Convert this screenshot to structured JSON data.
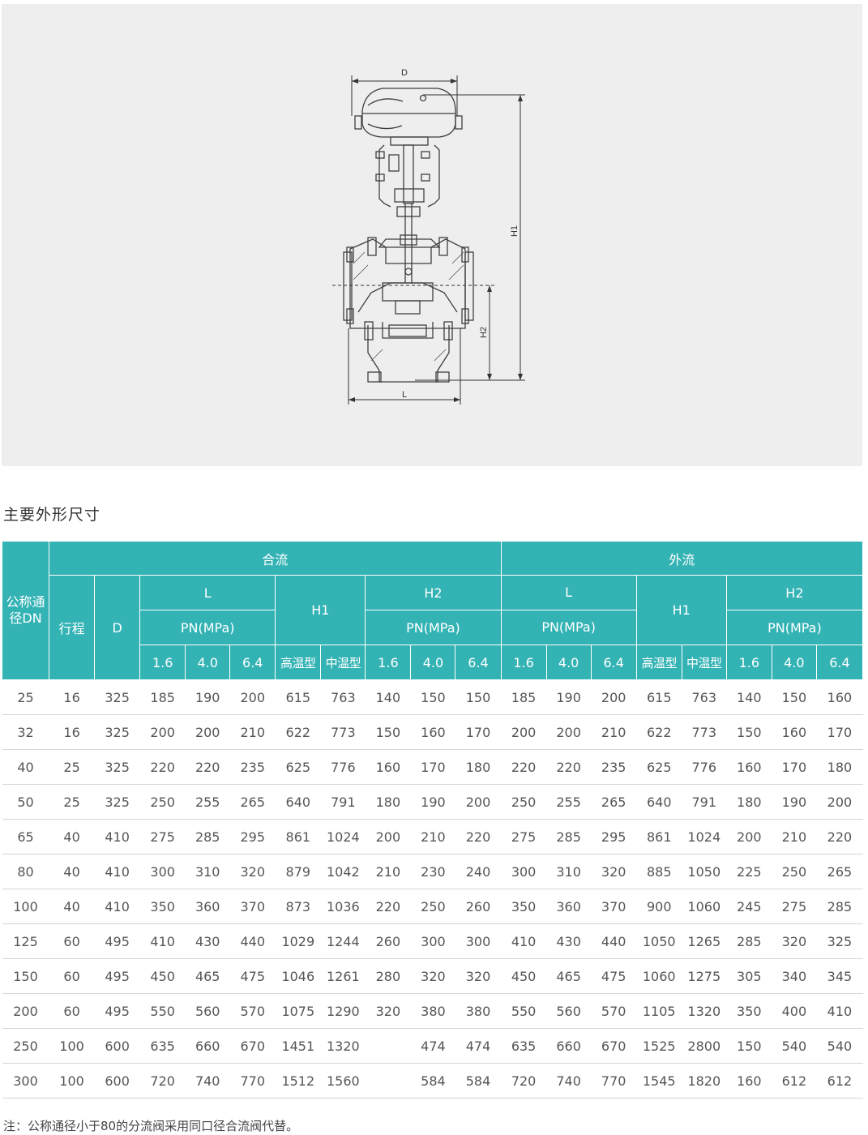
{
  "figure": {
    "dim_labels": {
      "d": "D",
      "h1": "H1",
      "h2": "H2",
      "l": "L"
    }
  },
  "section_title": "主要外形尺寸",
  "table": {
    "dn_header": "公称通径DN",
    "stroke_header": "行程",
    "d_header": "D",
    "group_hl": "合流",
    "group_wl": "外流",
    "l_header": "L",
    "h1_header": "H1",
    "h2_header": "H2",
    "pn_header": "PN(MPa)",
    "pn_values": [
      "1.6",
      "4.0",
      "6.4"
    ],
    "h1_high": "高温型",
    "h1_mid": "中温型",
    "rows": [
      [
        "25",
        "16",
        "325",
        "185",
        "190",
        "200",
        "615",
        "763",
        "140",
        "150",
        "150",
        "185",
        "190",
        "200",
        "615",
        "763",
        "140",
        "150",
        "160"
      ],
      [
        "32",
        "16",
        "325",
        "200",
        "200",
        "210",
        "622",
        "773",
        "150",
        "160",
        "170",
        "200",
        "200",
        "210",
        "622",
        "773",
        "150",
        "160",
        "170"
      ],
      [
        "40",
        "25",
        "325",
        "220",
        "220",
        "235",
        "625",
        "776",
        "160",
        "170",
        "180",
        "220",
        "220",
        "235",
        "625",
        "776",
        "160",
        "170",
        "180"
      ],
      [
        "50",
        "25",
        "325",
        "250",
        "255",
        "265",
        "640",
        "791",
        "180",
        "190",
        "200",
        "250",
        "255",
        "265",
        "640",
        "791",
        "180",
        "190",
        "200"
      ],
      [
        "65",
        "40",
        "410",
        "275",
        "285",
        "295",
        "861",
        "1024",
        "200",
        "210",
        "220",
        "275",
        "285",
        "295",
        "861",
        "1024",
        "200",
        "210",
        "220"
      ],
      [
        "80",
        "40",
        "410",
        "300",
        "310",
        "320",
        "879",
        "1042",
        "210",
        "230",
        "240",
        "300",
        "310",
        "320",
        "885",
        "1050",
        "225",
        "250",
        "265"
      ],
      [
        "100",
        "40",
        "410",
        "350",
        "360",
        "370",
        "873",
        "1036",
        "220",
        "250",
        "260",
        "350",
        "360",
        "370",
        "900",
        "1060",
        "245",
        "275",
        "285"
      ],
      [
        "125",
        "60",
        "495",
        "410",
        "430",
        "440",
        "1029",
        "1244",
        "260",
        "300",
        "300",
        "410",
        "430",
        "440",
        "1050",
        "1265",
        "285",
        "320",
        "325"
      ],
      [
        "150",
        "60",
        "495",
        "450",
        "465",
        "475",
        "1046",
        "1261",
        "280",
        "320",
        "320",
        "450",
        "465",
        "475",
        "1060",
        "1275",
        "305",
        "340",
        "345"
      ],
      [
        "200",
        "60",
        "495",
        "550",
        "560",
        "570",
        "1075",
        "1290",
        "320",
        "380",
        "380",
        "550",
        "560",
        "570",
        "1105",
        "1320",
        "350",
        "400",
        "410"
      ],
      [
        "250",
        "100",
        "600",
        "635",
        "660",
        "670",
        "1451",
        "1320",
        "",
        "474",
        "474",
        "635",
        "660",
        "670",
        "1525",
        "2800",
        "150",
        "540",
        "540"
      ],
      [
        "300",
        "100",
        "600",
        "720",
        "740",
        "770",
        "1512",
        "1560",
        "",
        "584",
        "584",
        "720",
        "740",
        "770",
        "1545",
        "1820",
        "160",
        "612",
        "612"
      ]
    ]
  },
  "footnote": "注：公称通径小于80的分流阀采用同口径合流阀代替。"
}
